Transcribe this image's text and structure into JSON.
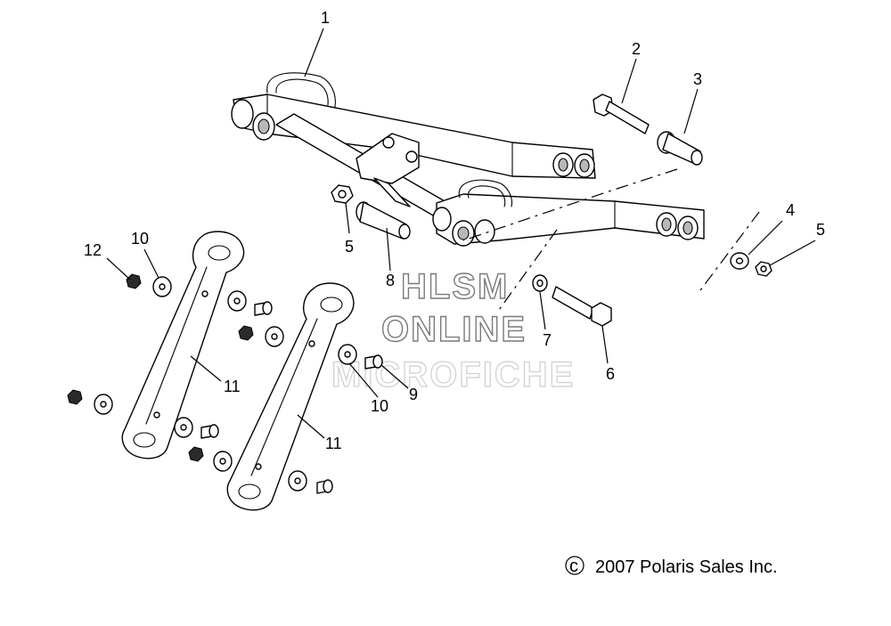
{
  "diagram": {
    "callouts": {
      "c1": "1",
      "c2": "2",
      "c3": "3",
      "c4": "4",
      "c5a": "5",
      "c5b": "5",
      "c6": "6",
      "c7": "7",
      "c8": "8",
      "c9": "9",
      "c10a": "10",
      "c10b": "10",
      "c11a": "11",
      "c11b": "11",
      "c12": "12"
    },
    "watermark": {
      "line1": "HLSM",
      "line2": "ONLINE",
      "line3": "MICROFICHE"
    },
    "copyright": {
      "symbol": "c",
      "text": "2007 Polaris Sales Inc."
    }
  }
}
